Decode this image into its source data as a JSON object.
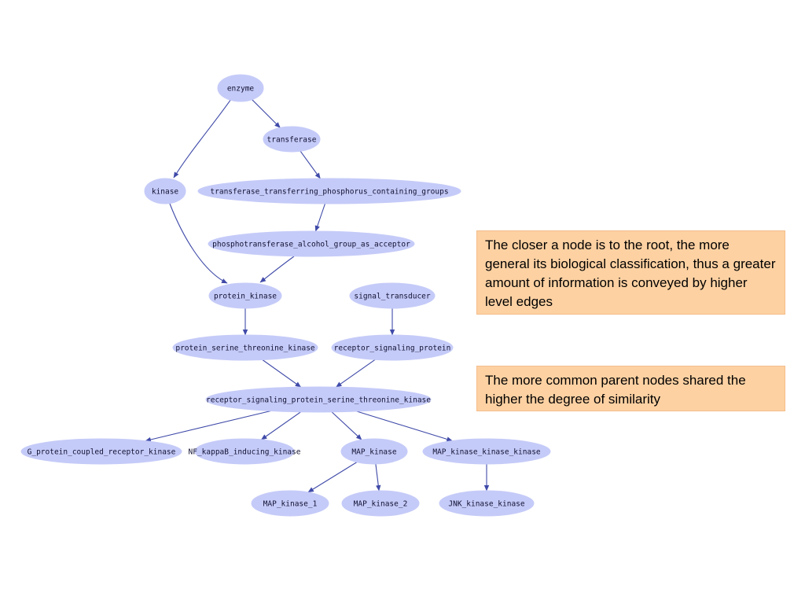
{
  "nodes": [
    {
      "id": "enzyme",
      "label": "enzyme"
    },
    {
      "id": "transferase",
      "label": "transferase"
    },
    {
      "id": "kinase",
      "label": "kinase"
    },
    {
      "id": "transferase_tpcg",
      "label": "transferase_transferring_phosphorus_containing_groups"
    },
    {
      "id": "phosphotransferase",
      "label": "phosphotransferase_alcohol_group_as_acceptor"
    },
    {
      "id": "protein_kinase",
      "label": "protein_kinase"
    },
    {
      "id": "signal_transducer",
      "label": "signal_transducer"
    },
    {
      "id": "pstk",
      "label": "protein_serine_threonine_kinase"
    },
    {
      "id": "rsp",
      "label": "receptor_signaling_protein"
    },
    {
      "id": "rspstk",
      "label": "receptor_signaling_protein_serine_threonine_kinase"
    },
    {
      "id": "gpcrk",
      "label": "G_protein_coupled_receptor_kinase"
    },
    {
      "id": "nfkb",
      "label": "NF_kappaB_inducing_kinase"
    },
    {
      "id": "map_kinase",
      "label": "MAP_kinase"
    },
    {
      "id": "mapkkk",
      "label": "MAP_kinase_kinase_kinase"
    },
    {
      "id": "map_kinase_1",
      "label": "MAP_kinase_1"
    },
    {
      "id": "map_kinase_2",
      "label": "MAP_kinase_2"
    },
    {
      "id": "jnk",
      "label": "JNK_kinase_kinase"
    }
  ],
  "edges": [
    {
      "from": "enzyme",
      "to": "transferase"
    },
    {
      "from": "enzyme",
      "to": "kinase"
    },
    {
      "from": "transferase",
      "to": "transferase_tpcg"
    },
    {
      "from": "transferase_tpcg",
      "to": "phosphotransferase"
    },
    {
      "from": "kinase",
      "to": "protein_kinase"
    },
    {
      "from": "phosphotransferase",
      "to": "protein_kinase"
    },
    {
      "from": "protein_kinase",
      "to": "pstk"
    },
    {
      "from": "signal_transducer",
      "to": "rsp"
    },
    {
      "from": "pstk",
      "to": "rspstk"
    },
    {
      "from": "rsp",
      "to": "rspstk"
    },
    {
      "from": "rspstk",
      "to": "gpcrk"
    },
    {
      "from": "rspstk",
      "to": "nfkb"
    },
    {
      "from": "rspstk",
      "to": "map_kinase"
    },
    {
      "from": "rspstk",
      "to": "mapkkk"
    },
    {
      "from": "map_kinase",
      "to": "map_kinase_1"
    },
    {
      "from": "map_kinase",
      "to": "map_kinase_2"
    },
    {
      "from": "mapkkk",
      "to": "jnk"
    }
  ],
  "notes": {
    "root_note": "The closer a node is to the root, the more general its biological classification, thus a greater amount of information is conveyed by higher level edges",
    "parent_note": "The more common parent nodes shared the higher the degree of similarity"
  },
  "colors": {
    "node_fill": "#c5cbf8",
    "edge": "#3f4aa8",
    "note_background": "#fdd1a2"
  }
}
